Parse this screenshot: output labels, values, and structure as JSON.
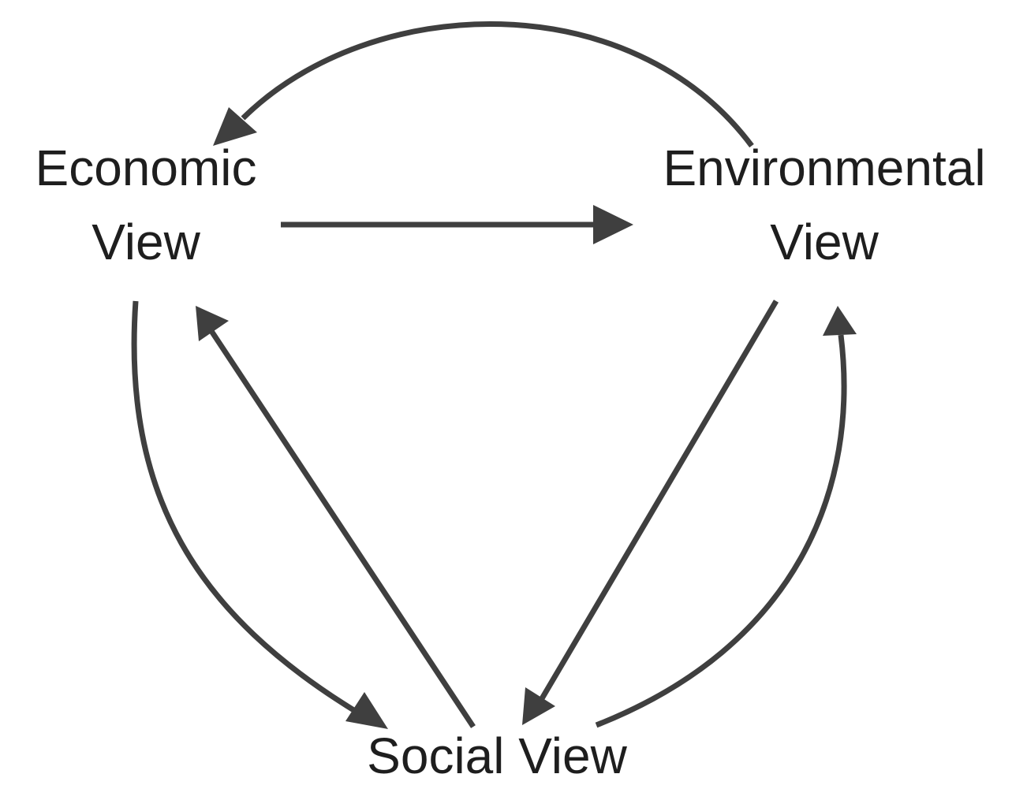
{
  "nodes": {
    "economic": {
      "line1": "Economic",
      "line2": "View"
    },
    "environmental": {
      "line1": "Environmental",
      "line2": "View"
    },
    "social": {
      "line1": "Social View"
    }
  },
  "edges": [
    {
      "from": "environmental",
      "to": "economic"
    },
    {
      "from": "economic",
      "to": "environmental"
    },
    {
      "from": "economic",
      "to": "social"
    },
    {
      "from": "social",
      "to": "economic"
    },
    {
      "from": "environmental",
      "to": "social"
    },
    {
      "from": "social",
      "to": "environmental"
    }
  ],
  "colors": {
    "arrow": "#3f3f3f",
    "text": "#1e1e1e",
    "background": "#ffffff"
  }
}
